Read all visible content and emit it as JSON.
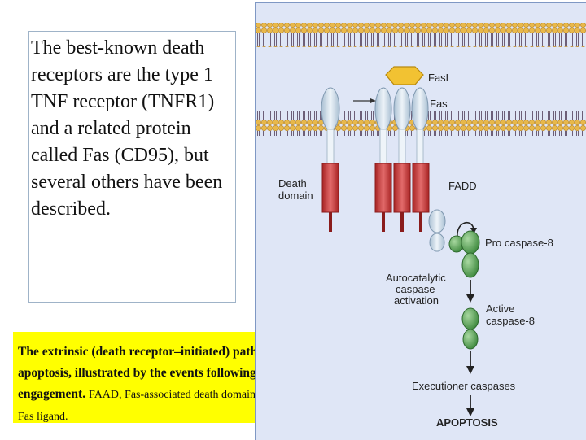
{
  "textbox": {
    "text": "The best-known death receptors are the type 1 TNF receptor (TNFR1) and a related protein called Fas (CD95), but several others have been described."
  },
  "caption": {
    "bold_text": "The extrinsic (death receptor–initiated) pathway of apoptosis, illustrated by the events following Fas engagement.",
    "plain_text": "FAAD, Fas-associated death domain; Fas.L, Fas ligand."
  },
  "figure": {
    "labels": {
      "fasl": "FasL",
      "fas": "Fas",
      "death_domain_1": "Death",
      "death_domain_2": "domain",
      "fadd": "FADD",
      "pro_caspase": "Pro caspase-8",
      "autocatalytic_1": "Autocatalytic",
      "autocatalytic_2": "caspase",
      "autocatalytic_3": "activation",
      "active_1": "Active",
      "active_2": "caspase-8",
      "executioner": "Executioner caspases",
      "apoptosis": "APOPTOSIS"
    },
    "colors": {
      "membrane_head": "#e8b84a",
      "membrane_tail": "#7a6a80",
      "receptor_top": "#d8e4ef",
      "death_domain": "#cf3a3a",
      "fasl": "#f2c232",
      "caspase": "#5aa35a",
      "background": "#dfe6f6"
    }
  }
}
